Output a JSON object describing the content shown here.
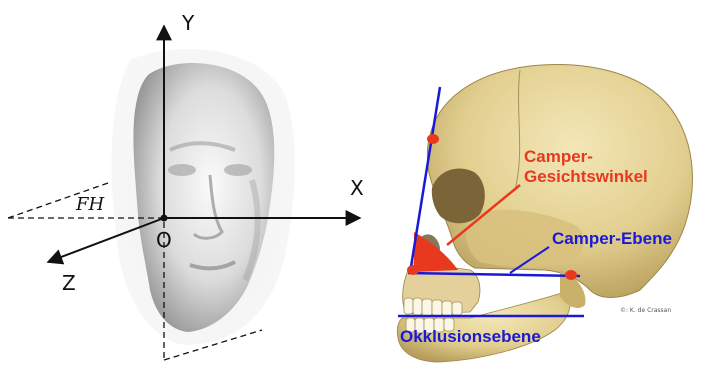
{
  "left_diagram": {
    "axis_y": "Y",
    "axis_x": "X",
    "axis_z": "Z",
    "origin": "O",
    "plane": "FH"
  },
  "right_diagram": {
    "angle_label_line1": "Camper-",
    "angle_label_line2": "Gesichtswinkel",
    "camper_plane_label": "Camper-Ebene",
    "occlusal_plane_label": "Okklusionsebene",
    "copyright": "©: K. de Crassan"
  },
  "colors": {
    "label_red": "#e8391f",
    "line_blue": "#1a1ad6",
    "bone": "#e6d49a",
    "face_grey": "#d6d6d6"
  }
}
